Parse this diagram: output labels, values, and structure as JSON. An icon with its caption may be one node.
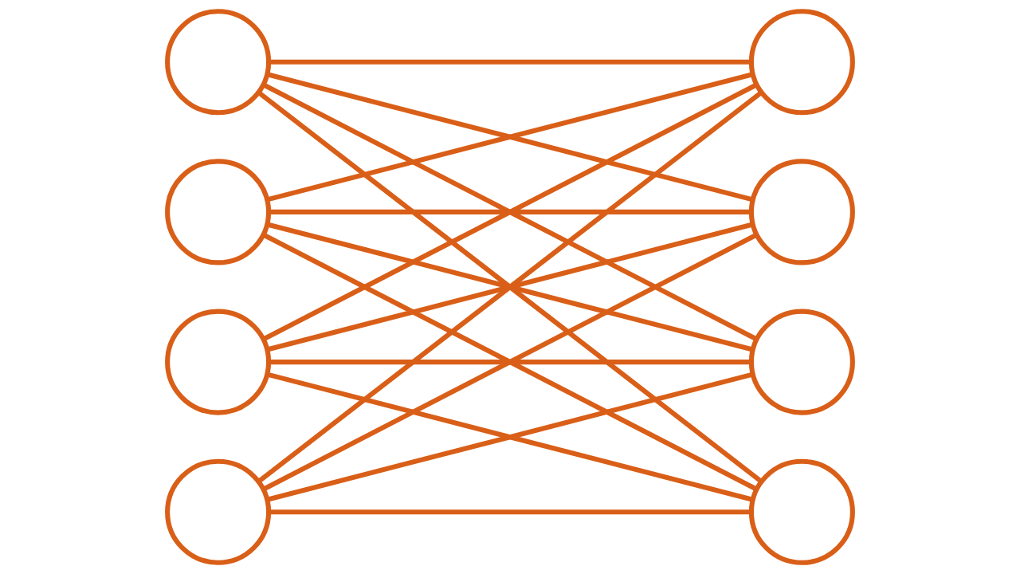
{
  "diagram": {
    "nodes": [
      {
        "text": [],
        "shape": "circle"
      },
      {
        "text": [],
        "shape": "circle"
      },
      {
        "text": [],
        "shape": "circle"
      },
      {
        "text": [],
        "shape": "circle"
      },
      {
        "text": [],
        "shape": "circle"
      },
      {
        "text": [],
        "shape": "circle"
      },
      {
        "text": [],
        "shape": "circle"
      },
      {
        "text": [],
        "shape": "circle"
      }
    ],
    "edges": [
      {
        "from": 0,
        "to": 4,
        "arrow": "none"
      },
      {
        "from": 0,
        "to": 5,
        "arrow": "none"
      },
      {
        "from": 0,
        "to": 6,
        "arrow": "none"
      },
      {
        "from": 0,
        "to": 7,
        "arrow": "none"
      },
      {
        "from": 1,
        "to": 4,
        "arrow": "none"
      },
      {
        "from": 1,
        "to": 5,
        "arrow": "none"
      },
      {
        "from": 1,
        "to": 6,
        "arrow": "none"
      },
      {
        "from": 1,
        "to": 7,
        "arrow": "none"
      },
      {
        "from": 2,
        "to": 4,
        "arrow": "none"
      },
      {
        "from": 2,
        "to": 5,
        "arrow": "none"
      },
      {
        "from": 2,
        "to": 6,
        "arrow": "none"
      },
      {
        "from": 2,
        "to": 7,
        "arrow": "none"
      },
      {
        "from": 3,
        "to": 4,
        "arrow": "none"
      },
      {
        "from": 3,
        "to": 5,
        "arrow": "none"
      },
      {
        "from": 3,
        "to": 6,
        "arrow": "none"
      },
      {
        "from": 3,
        "to": 7,
        "arrow": "none"
      }
    ]
  }
}
